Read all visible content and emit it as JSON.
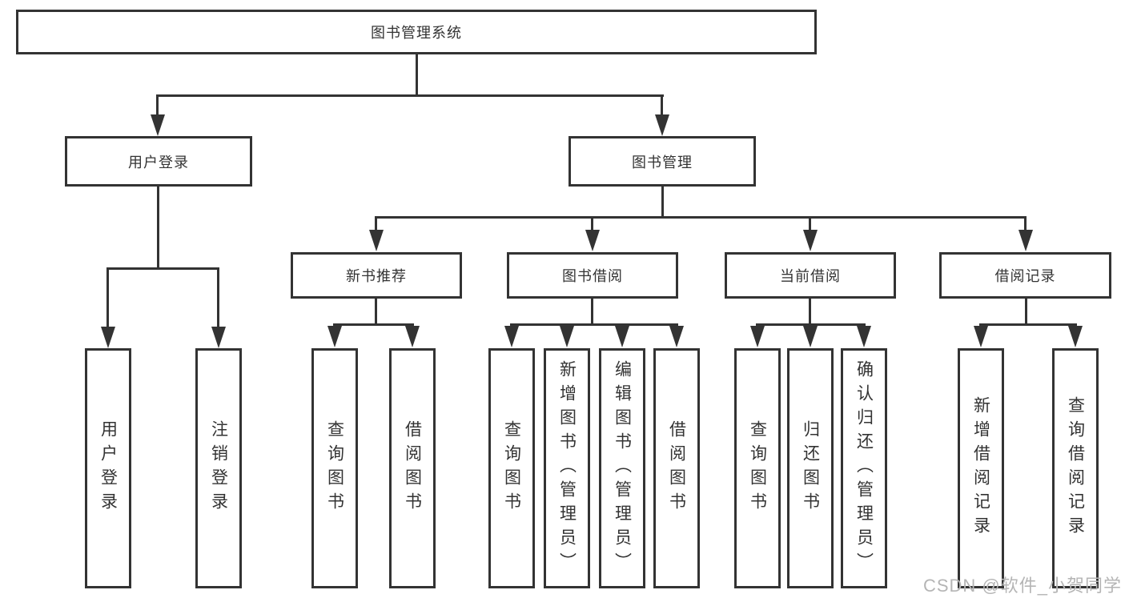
{
  "diagram": {
    "root": {
      "label": "图书管理系统"
    },
    "branches": [
      {
        "label": "用户登录",
        "children": [
          {
            "label": "用户登录"
          },
          {
            "label": "注销登录"
          }
        ]
      },
      {
        "label": "图书管理",
        "children": [
          {
            "label": "新书推荐",
            "children": [
              {
                "label": "查询图书"
              },
              {
                "label": "借阅图书"
              }
            ]
          },
          {
            "label": "图书借阅",
            "children": [
              {
                "label": "查询图书"
              },
              {
                "label": "新增图书（管理员）"
              },
              {
                "label": "编辑图书（管理员）"
              },
              {
                "label": "借阅图书"
              }
            ]
          },
          {
            "label": "当前借阅",
            "children": [
              {
                "label": "查询图书"
              },
              {
                "label": "归还图书"
              },
              {
                "label": "确认归还（管理员）"
              }
            ]
          },
          {
            "label": "借阅记录",
            "children": [
              {
                "label": "新增借阅记录"
              },
              {
                "label": "查询借阅记录"
              }
            ]
          }
        ]
      }
    ],
    "watermark": "CSDN @软件_小贺同学",
    "colors": {
      "line": "#333333",
      "box_fill": "#ffffff",
      "watermark": "#b5b5b5"
    }
  }
}
